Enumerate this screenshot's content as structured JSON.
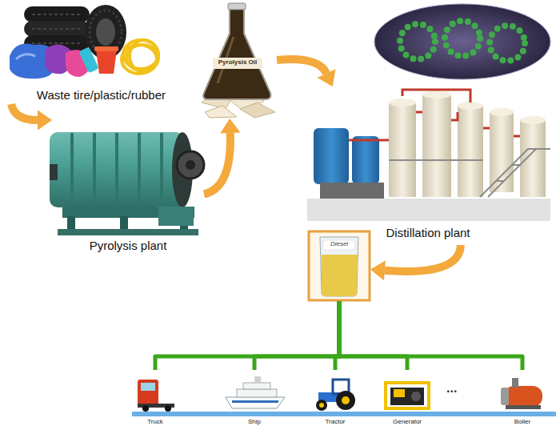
{
  "diagram": {
    "nodes": [
      {
        "text": [
          "Waste tire/plastic/rubber"
        ]
      },
      {
        "text": [
          "Pyrolysis plant"
        ]
      },
      {
        "text": [
          "Pyrolysis Oil"
        ]
      },
      {
        "text": [
          "Distillation plant"
        ]
      },
      {
        "text": [
          "Diesel"
        ]
      },
      {
        "text": [
          "Truck"
        ]
      },
      {
        "text": [
          "Ship"
        ]
      },
      {
        "text": [
          "Tractor"
        ]
      },
      {
        "text": [
          "Generator"
        ]
      },
      {
        "text": [
          "Boiler"
        ]
      }
    ],
    "edges": [
      {
        "from": 0,
        "to": 1,
        "arrow": "to"
      },
      {
        "from": 1,
        "to": 2,
        "arrow": "to"
      },
      {
        "from": 2,
        "to": 3,
        "arrow": "to"
      },
      {
        "from": 3,
        "to": 4,
        "arrow": "to"
      },
      {
        "from": 4,
        "to": 5,
        "arrow": "none"
      },
      {
        "from": 4,
        "to": 6,
        "arrow": "none"
      },
      {
        "from": 4,
        "to": 7,
        "arrow": "none"
      },
      {
        "from": 4,
        "to": 8,
        "arrow": "none"
      },
      {
        "from": 4,
        "to": 9,
        "arrow": "none"
      }
    ],
    "labels": [
      "..."
    ]
  }
}
